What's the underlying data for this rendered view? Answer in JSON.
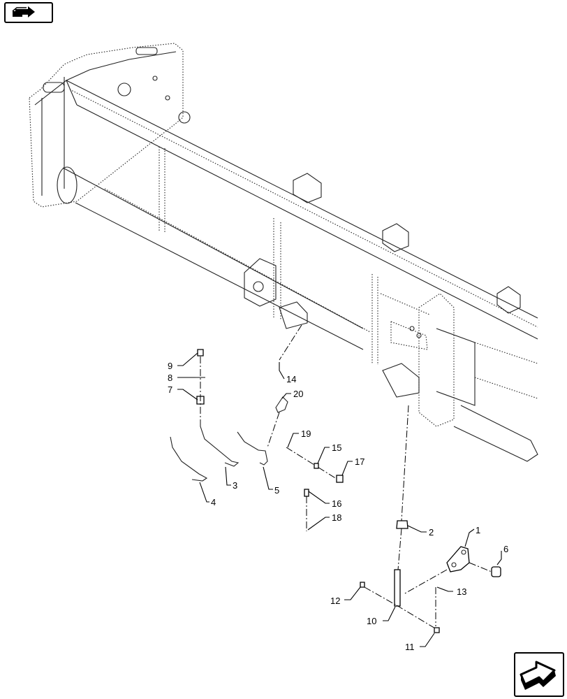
{
  "navigation": {
    "back_icon": "back-arrow-icon",
    "forward_icon": "forward-arrow-icon"
  },
  "callouts": [
    "1",
    "2",
    "3",
    "4",
    "5",
    "6",
    "7",
    "8",
    "9",
    "10",
    "11",
    "12",
    "13",
    "14",
    "15",
    "16",
    "17",
    "18",
    "19",
    "20"
  ]
}
